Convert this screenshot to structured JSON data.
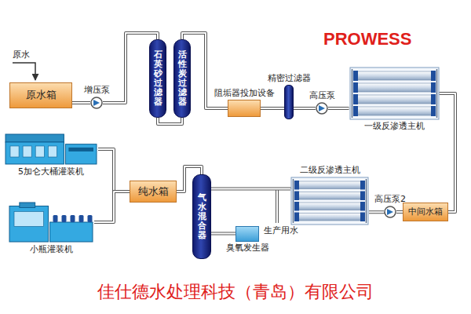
{
  "diagram": {
    "title": "PROWESS",
    "caption": "佳仕德水处理科技（青岛）有限公司",
    "nodes": [
      {
        "text": [
          "原水箱"
        ]
      },
      {
        "text": [
          "增压泵"
        ]
      },
      {
        "text": [
          "石英砂过滤器"
        ]
      },
      {
        "text": [
          "活性炭过滤器"
        ]
      },
      {
        "text": [
          "阻垢器投加设备"
        ]
      },
      {
        "text": [
          "精密过滤器"
        ]
      },
      {
        "text": [
          "高压泵"
        ]
      },
      {
        "text": [
          "一级反渗透主机"
        ]
      },
      {
        "text": [
          "中间水箱"
        ]
      },
      {
        "text": [
          "高压泵2"
        ]
      },
      {
        "text": [
          "二级反渗透主机"
        ]
      },
      {
        "text": [
          "纯水箱"
        ]
      },
      {
        "text": [
          "气水混合器"
        ]
      },
      {
        "text": [
          "臭氧发生器"
        ]
      },
      {
        "text": [
          "5加仑大桶灌装机"
        ]
      },
      {
        "text": [
          "小瓶灌装机"
        ]
      }
    ],
    "edges": [
      {
        "from": 0,
        "to": 1,
        "arrow": "none"
      },
      {
        "from": 1,
        "to": 2,
        "arrow": "none"
      },
      {
        "from": 2,
        "to": 3,
        "arrow": "none"
      },
      {
        "from": 3,
        "to": 4,
        "arrow": "none"
      },
      {
        "from": 4,
        "to": 5,
        "arrow": "none"
      },
      {
        "from": 5,
        "to": 6,
        "arrow": "none"
      },
      {
        "from": 6,
        "to": 7,
        "arrow": "none"
      },
      {
        "from": 7,
        "to": 8,
        "arrow": "none"
      },
      {
        "from": 8,
        "to": 9,
        "arrow": "none"
      },
      {
        "from": 9,
        "to": 10,
        "arrow": "none"
      },
      {
        "from": 10,
        "to": 12,
        "arrow": "none"
      },
      {
        "from": 13,
        "to": 12,
        "arrow": "none"
      },
      {
        "from": 12,
        "to": 11,
        "arrow": "none"
      },
      {
        "from": 11,
        "to": 14,
        "arrow": "none"
      },
      {
        "from": 11,
        "to": 15,
        "arrow": "none"
      }
    ],
    "labels": [
      "原水",
      "生产用水"
    ]
  }
}
